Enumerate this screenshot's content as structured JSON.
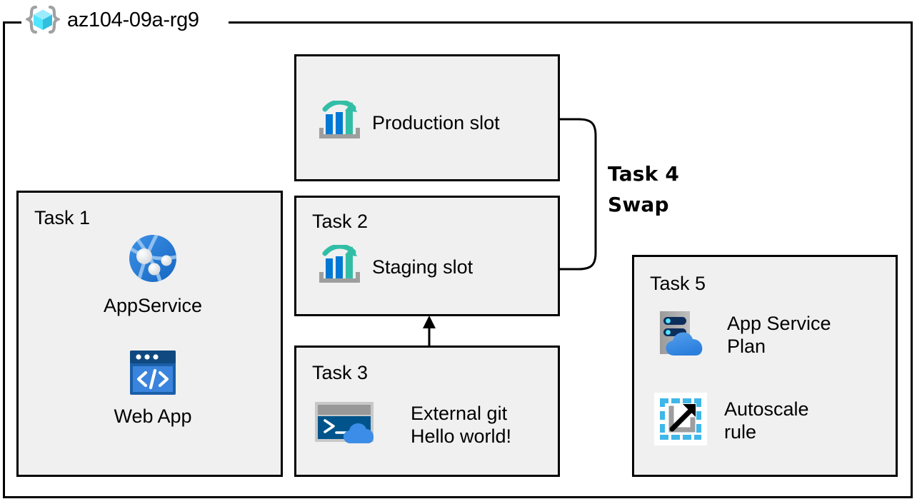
{
  "diagram": {
    "resource_group": {
      "name": "az104-09a-rg9",
      "icon": "resource-group-cube-icon"
    },
    "boxes": {
      "production": {
        "items": [
          {
            "icon": "deployment-slot-icon",
            "label": "Production slot"
          }
        ]
      },
      "task1": {
        "task_label": "Task 1",
        "items": [
          {
            "icon": "app-service-icon",
            "label": "AppService"
          },
          {
            "icon": "web-app-icon",
            "label": "Web App"
          }
        ]
      },
      "task2": {
        "task_label": "Task 2",
        "items": [
          {
            "icon": "deployment-slot-icon",
            "label": "Staging slot"
          }
        ]
      },
      "task3": {
        "task_label": "Task 3",
        "items": [
          {
            "icon": "cloud-shell-icon",
            "label": "External git\nHello world!"
          }
        ]
      },
      "task5": {
        "task_label": "Task 5",
        "items": [
          {
            "icon": "app-service-plan-icon",
            "label": "App Service\nPlan"
          },
          {
            "icon": "autoscale-rule-icon",
            "label": "Autoscale\nrule"
          }
        ]
      }
    },
    "annotations": {
      "swap": "Task 4\nSwap"
    },
    "colors": {
      "box_fill": "#F0F0F0",
      "box_border": "#000000",
      "azure_blue": "#0078D4",
      "azure_teal": "#32BEA6",
      "cube_cyan": "#50E6FF",
      "bracket_gray": "#A0A1A2",
      "cloud_blue": "#3B8DE8"
    }
  }
}
